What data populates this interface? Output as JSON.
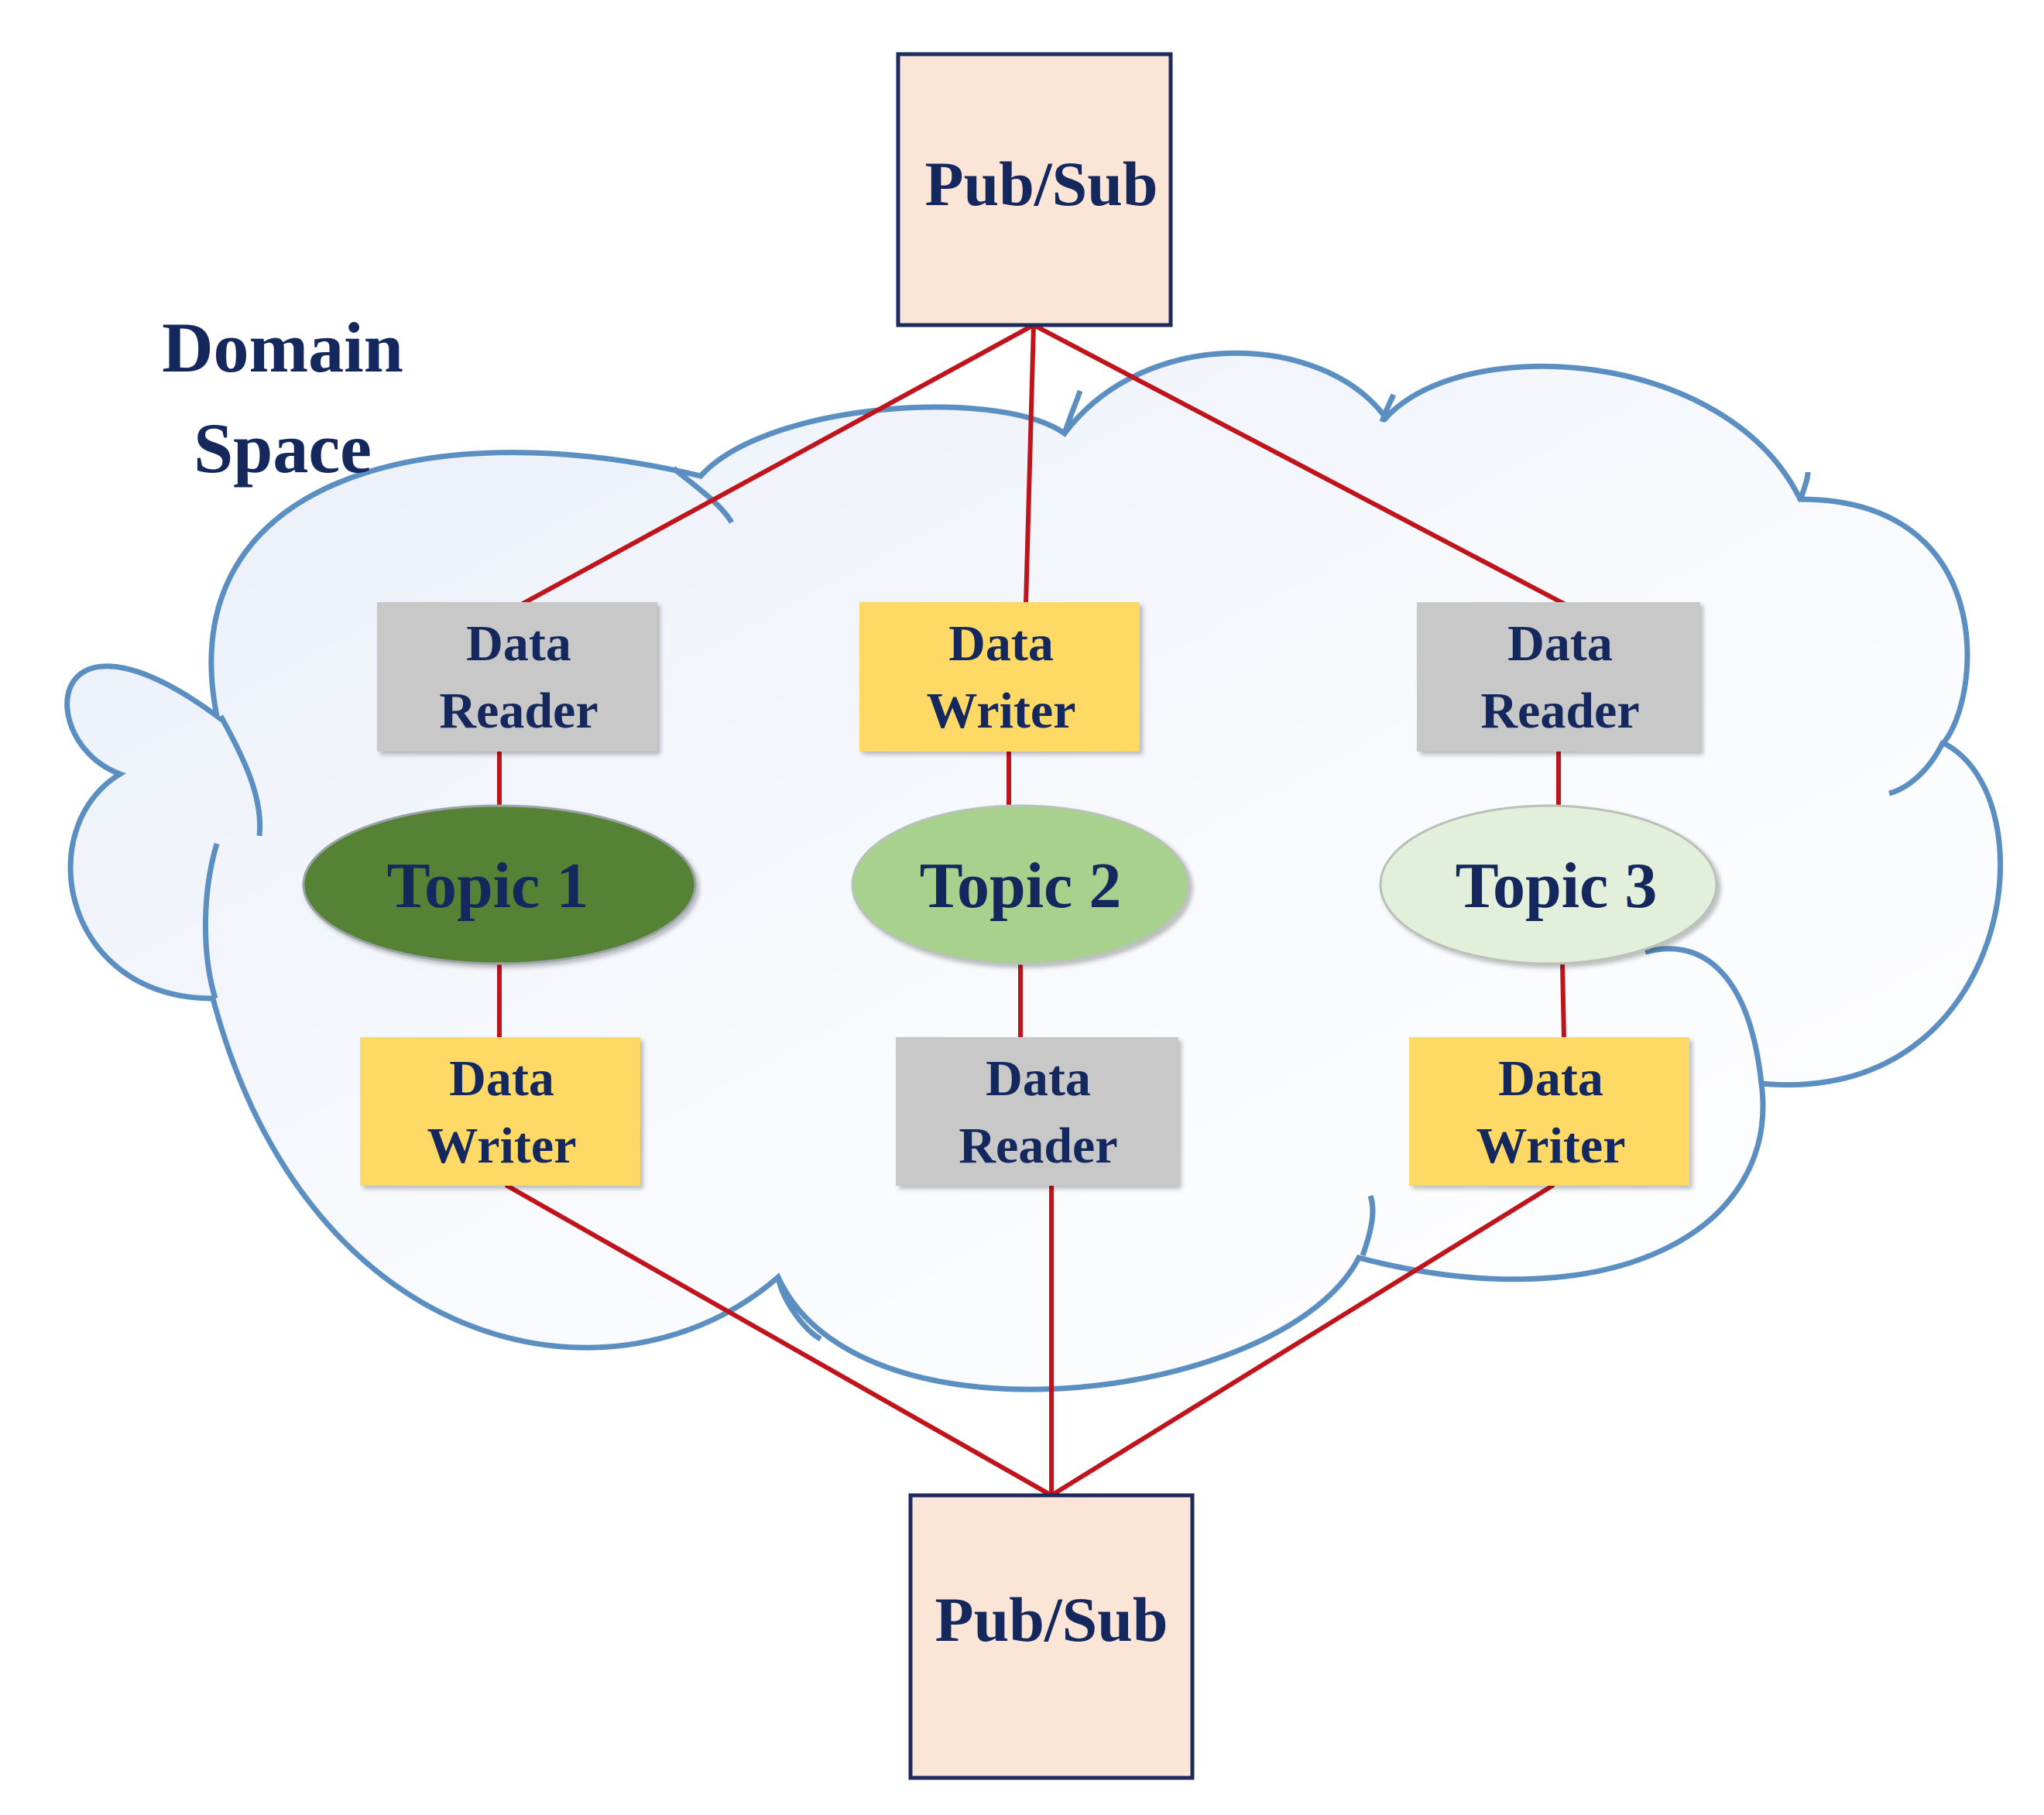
{
  "domain": {
    "line1": "Domain",
    "line2": "Space"
  },
  "pubsub_top": {
    "label": "Pub/Sub"
  },
  "pubsub_bottom": {
    "label": "Pub/Sub"
  },
  "top_row": [
    {
      "line1": "Data",
      "line2": "Reader",
      "role": "reader"
    },
    {
      "line1": "Data",
      "line2": "Writer",
      "role": "writer"
    },
    {
      "line1": "Data",
      "line2": "Reader",
      "role": "reader"
    }
  ],
  "topics": [
    {
      "label": "Topic 1"
    },
    {
      "label": "Topic 2"
    },
    {
      "label": "Topic 3"
    }
  ],
  "bottom_row": [
    {
      "line1": "Data",
      "line2": "Writer",
      "role": "writer"
    },
    {
      "line1": "Data",
      "line2": "Reader",
      "role": "reader"
    },
    {
      "line1": "Data",
      "line2": "Writer",
      "role": "writer"
    }
  ],
  "colors": {
    "text": "#14285e",
    "connector": "#c0141c",
    "cloud_outline": "#5b8fc2",
    "pubsub_fill": "#fbe5d6",
    "pubsub_border": "#1f2a5c",
    "reader_fill": "#c8c8c8",
    "writer_fill": "#ffd966",
    "topic1_fill": "#548235",
    "topic2_fill": "#a9d18e",
    "topic3_fill": "#e2efda"
  }
}
